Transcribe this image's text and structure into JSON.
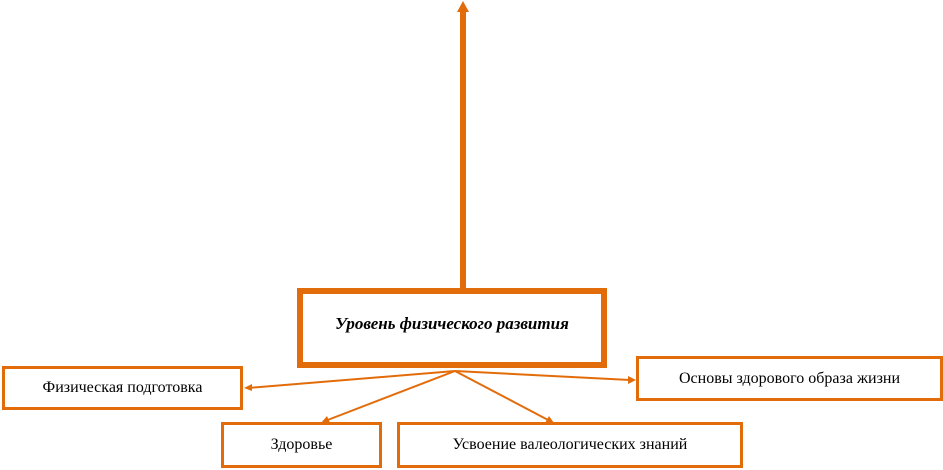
{
  "colors": {
    "accent": "#E36C0A"
  },
  "diagram": {
    "center": "Уровень физического развития",
    "nodes": [
      "Физическая подготовка",
      "Основы здорового образа жизни",
      "Здоровье",
      "Усвоение валеологических знаний"
    ]
  }
}
